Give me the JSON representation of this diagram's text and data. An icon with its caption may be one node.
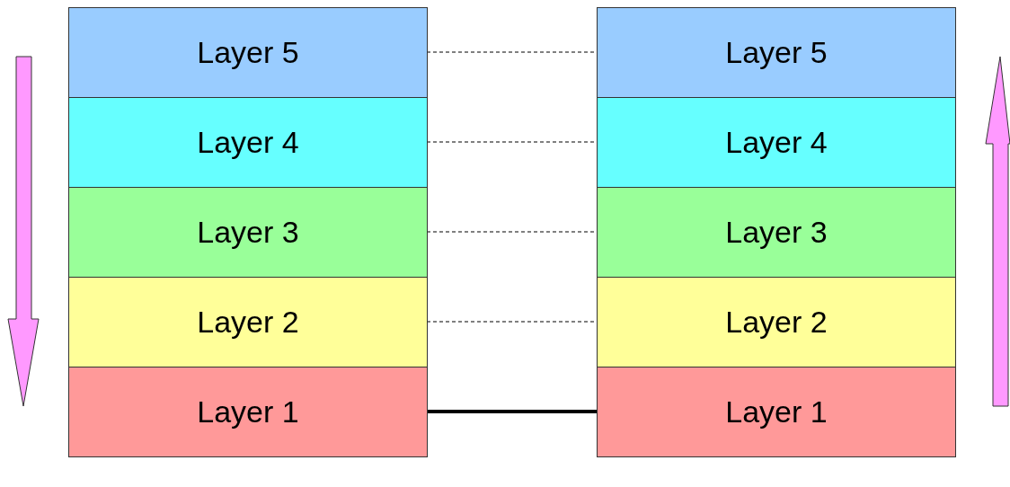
{
  "diagram": {
    "nodes": [
      {
        "text": [
          "Layer 5"
        ]
      },
      {
        "text": [
          "Layer 4"
        ]
      },
      {
        "text": [
          "Layer 3"
        ]
      },
      {
        "text": [
          "Layer 2"
        ]
      },
      {
        "text": [
          "Layer 1"
        ]
      },
      {
        "text": [
          "Layer 5"
        ]
      },
      {
        "text": [
          "Layer 4"
        ]
      },
      {
        "text": [
          "Layer 3"
        ]
      },
      {
        "text": [
          "Layer 2"
        ]
      },
      {
        "text": [
          "Layer 1"
        ]
      }
    ],
    "edges": [
      {
        "from": 0,
        "to": 5,
        "arrow": "none",
        "style": "dashed"
      },
      {
        "from": 1,
        "to": 6,
        "arrow": "none",
        "style": "dashed"
      },
      {
        "from": 2,
        "to": 7,
        "arrow": "none",
        "style": "dashed"
      },
      {
        "from": 3,
        "to": 8,
        "arrow": "none",
        "style": "dashed"
      },
      {
        "from": 4,
        "to": 9,
        "arrow": "none",
        "style": "thick"
      }
    ]
  }
}
